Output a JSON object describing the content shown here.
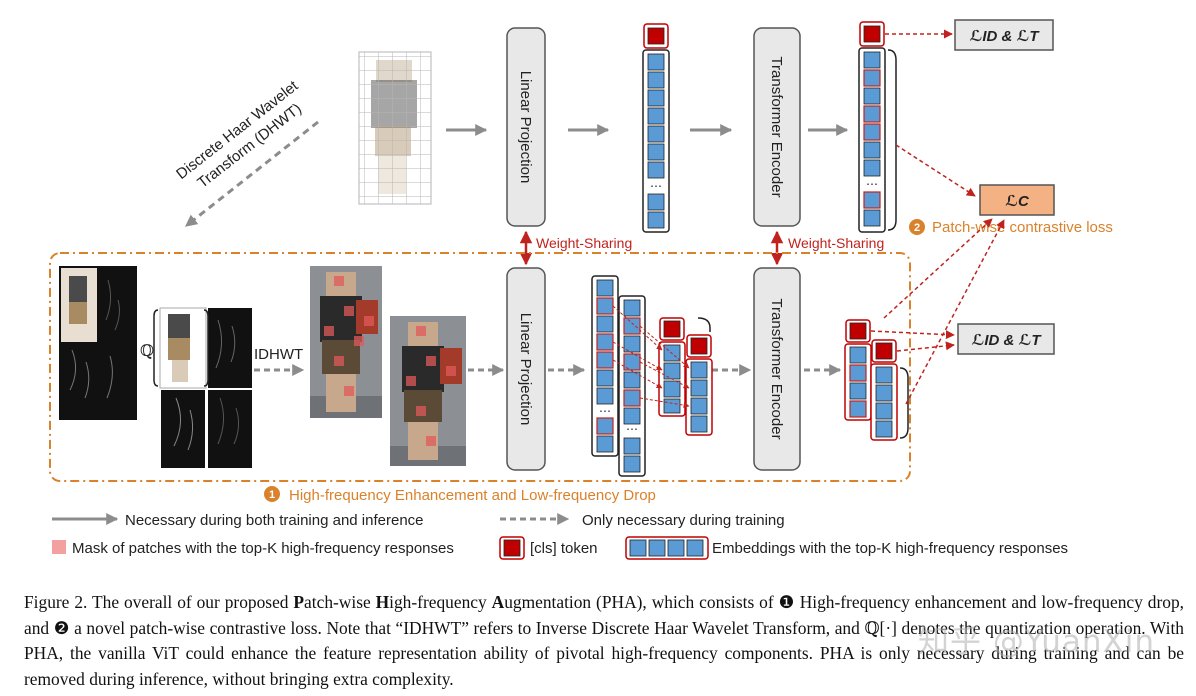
{
  "figure": {
    "dhwt_label_line1": "Discrete Haar Wavelet",
    "dhwt_label_line2": "Transform (DHWT)",
    "linear_projection_label": "Linear Projection",
    "transformer_encoder_label": "Transformer Encoder",
    "weight_sharing_label": "Weight-Sharing",
    "idhwt_label": "IDHWT",
    "quantization_symbol": "ℚ",
    "ellipsis": "⋯",
    "loss_id_t": "ℒID & ℒT",
    "loss_c": "ℒC",
    "step1_num": "1",
    "step1_label": "High-frequency Enhancement and Low-frequency Drop",
    "step2_num": "2",
    "step2_label": "Patch-wise contrastive loss",
    "legend": {
      "solid": "Necessary during both training and inference",
      "dashed": "Only necessary during training",
      "mask": "Mask of patches with the top-K high-frequency responses",
      "cls": "[cls] token",
      "embeddings": "Embeddings with the top-K high-frequency responses"
    },
    "colors": {
      "orange": "#d9822b",
      "red_arrow": "#c0231e",
      "token_blue": "#5b9bd5",
      "cls_red": "#c00000",
      "loss_c_fill": "#f4b183",
      "box_gray": "#e8e8e8"
    }
  },
  "caption": {
    "p1": "Figure 2. The overall of our proposed ",
    "b1": "P",
    "p2": "atch-wise ",
    "b2": "H",
    "p3": "igh-frequency ",
    "b3": "A",
    "p4": "ugmentation (PHA), which consists of ❶ High-frequency enhancement and low-frequency drop, and ❷ a novel patch-wise contrastive loss. Note that “IDHWT” refers to Inverse Discrete Haar Wavelet Transform, and ℚ[·] denotes the quantization operation. With PHA, the vanilla ViT could enhance the feature representation ability of pivotal high-frequency components. PHA is only necessary during training and can be removed during inference, without bringing extra complexity."
  },
  "watermark": "知乎 @YuanXin"
}
